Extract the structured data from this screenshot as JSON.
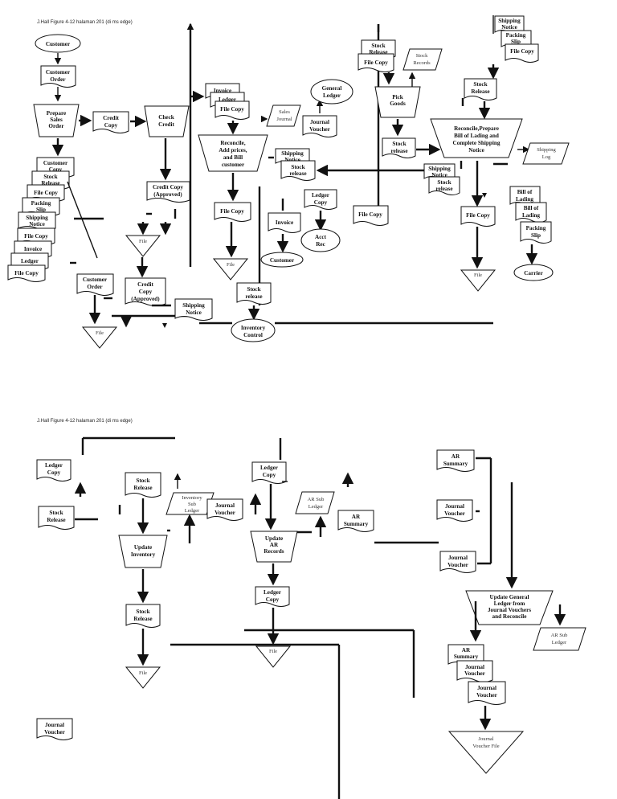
{
  "captions": {
    "top": "J.Hall Figure 4-12 halaman 201 (di ms edge)",
    "bottom": "J.Hall Figure 4-12 halaman 201 (di ms edge)"
  },
  "top": {
    "customer_start": "Customer",
    "customer_order": [
      "Customer",
      "Order"
    ],
    "prepare_sales_order": [
      "Prepare",
      "Sales",
      "Order"
    ],
    "credit_copy_1": [
      "Credit",
      "Copy"
    ],
    "check_credit": [
      "Check",
      "Credit"
    ],
    "stack_left": [
      "Customer",
      "Stock",
      "File Copy",
      "Packing",
      "Shipping",
      "File Copy",
      "Invoice",
      "Ledger",
      "File Copy"
    ],
    "stack_left_sub": [
      "Copy",
      "Release",
      "",
      "Slip",
      "Notice",
      "",
      "",
      "",
      ""
    ],
    "credit_copy_approved_1": [
      "Credit Copy",
      "(Approved)"
    ],
    "file_1": "File",
    "customer_order_2": [
      "Customer",
      "Order"
    ],
    "credit_copy_approved_2": [
      "Credit",
      "Copy",
      "(Approved)"
    ],
    "file_2": "File",
    "shipping_notice_1": [
      "Shipping",
      "Notice"
    ],
    "invoice_stack": [
      "Invoice",
      "Ledger",
      "File Copy"
    ],
    "reconcile_bill": [
      "Reconcile,",
      "Add prices,",
      "and Bill",
      "customer"
    ],
    "sales_journal": [
      "Sales",
      "Journal"
    ],
    "journal_voucher_1": [
      "Journal",
      "Voucher"
    ],
    "general_ledger": [
      "General",
      "Ledger"
    ],
    "file_copy_mid": "File Copy",
    "file_3": "File",
    "shipping_notice_2": [
      "Shipping",
      "Notice"
    ],
    "stock_release_mid": [
      "Stock",
      "release"
    ],
    "invoice_mid": "Invoice",
    "customer_mid": "Customer",
    "ledger_copy_mid": [
      "Ledger",
      "Copy"
    ],
    "acct_rec": [
      "Acct",
      "Rec"
    ],
    "stock_release_bottom": [
      "Stock",
      "release"
    ],
    "inventory_control": [
      "Inventory",
      "Control"
    ],
    "stock_release_wh": [
      "Stock",
      "Release"
    ],
    "file_copy_wh": "File Copy",
    "stock_records": [
      "Stock",
      "Records"
    ],
    "pick_goods": [
      "Pick",
      "Goods"
    ],
    "stock_release_wh2": [
      "Stock",
      "release"
    ],
    "file_copy_wh2": "File Copy",
    "shipping_stack": [
      "Shipping",
      "Notice",
      "Packing",
      "Slip",
      "File Copy"
    ],
    "stock_release_ship": [
      "Stock",
      "Release"
    ],
    "reconcile_ship": [
      "Reconcile,Prepare",
      "Bill of Lading and",
      "Complete Shipping",
      "Notice"
    ],
    "shipping_log": [
      "Shipping",
      "Log"
    ],
    "shipping_notice_3": [
      "Shipping",
      "Notice",
      "Stock",
      "release"
    ],
    "file_copy_ship": "File Copy",
    "file_4": "File",
    "bol_stack": [
      "Bill of",
      "Lading",
      "Bill of",
      "Lading",
      "Packing",
      "Slip"
    ],
    "carrier": "Carrier"
  },
  "bottom": {
    "ledger_copy_1": [
      "Ledger",
      "Copy"
    ],
    "stock_release_1": [
      "Stock",
      "Release"
    ],
    "stock_release_2": [
      "Stock",
      "Release"
    ],
    "inventory_sub_ledger": [
      "Inventory",
      "Sub",
      "Ledger"
    ],
    "journal_voucher_1": [
      "Journal",
      "Voucher"
    ],
    "update_inventory": [
      "Update",
      "Inventory"
    ],
    "stock_release_3": [
      "Stock",
      "Release"
    ],
    "file_1": "File",
    "journal_voucher_lone": [
      "Journal",
      "Voucher"
    ],
    "ledger_copy_2": [
      "Ledger",
      "Copy"
    ],
    "ar_sub_ledger_1": [
      "AR Sub",
      "Ledger"
    ],
    "ar_summary_1": [
      "AR",
      "Summary"
    ],
    "update_ar": [
      "Update",
      "AR",
      "Records"
    ],
    "ledger_copy_3": [
      "Ledger",
      "Copy"
    ],
    "file_2": "File",
    "ar_summary_2": [
      "AR",
      "Summary"
    ],
    "journal_voucher_2": [
      "Journal",
      "Voucher"
    ],
    "journal_voucher_3": [
      "Journal",
      "Voucher"
    ],
    "update_gl": [
      "Update General",
      "Ledger from",
      "Journal Vouchers",
      "and Reconcile"
    ],
    "ar_sub_ledger_2": [
      "AR Sub",
      "Ledger"
    ],
    "gl_stack": [
      "AR",
      "Summary",
      "Journal",
      "Voucher",
      "Journal",
      "Voucher"
    ],
    "journal_voucher_file": [
      "Journal",
      "Voucher File"
    ]
  }
}
